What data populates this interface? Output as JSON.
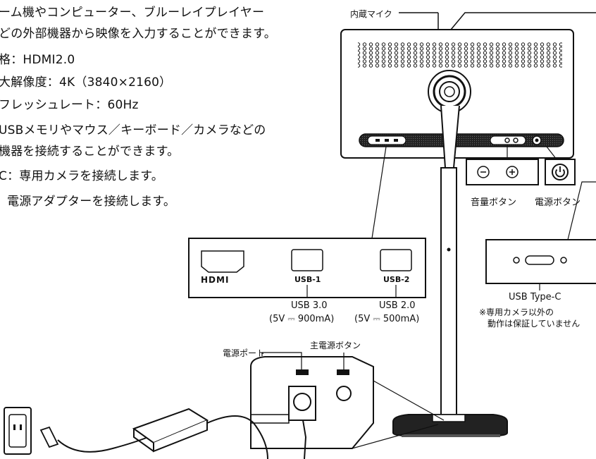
{
  "description_lines": [
    "ーム機やコンピューター、ブルーレイプレイヤー",
    "どの外部機器から映像を入力することができます。",
    "格：HDMI2.0",
    "大解像度：4K（3840×2160）",
    "フレッシュレート：60Hz",
    "USBメモリやマウス／キーボード／カメラなどの",
    "機器を接続することができます。",
    "C：専用カメラを接続します。",
    "電源アダプターを接続します。"
  ],
  "labels": {
    "mic": "内蔵マイク",
    "volume_button": "音量ボタン",
    "power_button": "電源ボタン",
    "hdmi_logo": "HDMI",
    "usb1": "USB-1",
    "usb2": "USB-2",
    "usb1_spec": "USB 3.0",
    "usb1_power": "(5V ⎓ 900mA)",
    "usb2_spec": "USB 2.0",
    "usb2_power": "(5V ⎓ 500mA)",
    "usb_typec": "USB Type-C",
    "typec_note_1": "※専用カメラ以外の",
    "typec_note_2": "動作は保証していません",
    "power_port": "電源ポート",
    "main_power_button": "主電源ボタン",
    "volume_minus": "⊖",
    "volume_plus": "⊕",
    "power_symbol": "⏻"
  },
  "icons": [
    "microphone-grille-icon",
    "power-icon",
    "minus-icon",
    "plus-icon",
    "wall-outlet-icon",
    "ac-adapter-icon",
    "plug-icon"
  ]
}
